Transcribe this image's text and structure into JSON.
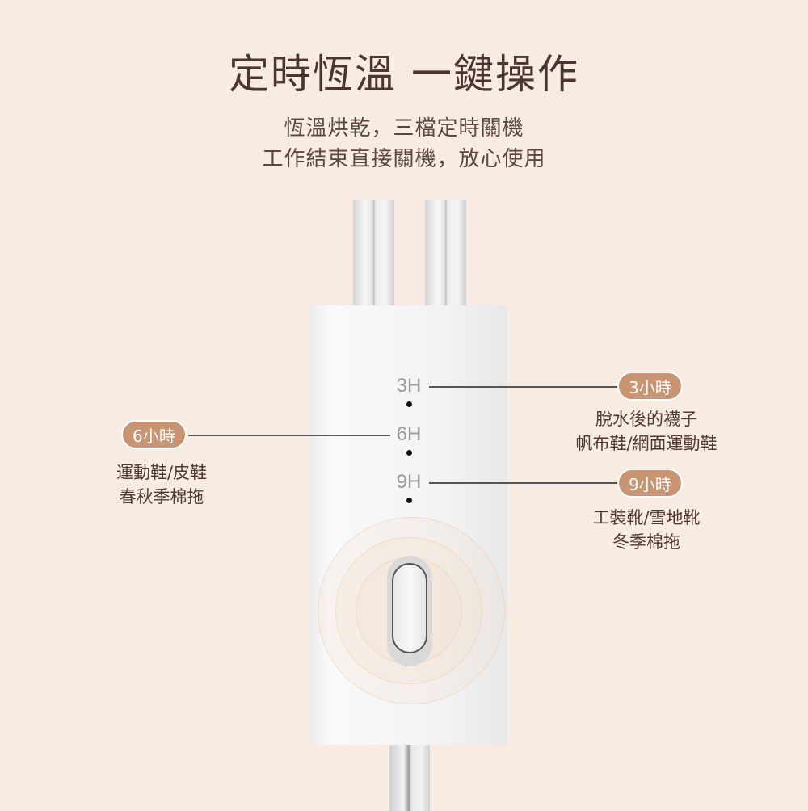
{
  "title": "定時恆溫 一鍵操作",
  "subtitle": [
    "恆溫烘乾，三檔定時關機",
    "工作結束直接關機，放心使用"
  ],
  "device": {
    "marks": [
      "3H",
      "6H",
      "9H"
    ]
  },
  "callouts": {
    "h3": {
      "badge": "3小時",
      "lines": [
        "脫水後的襪子",
        "帆布鞋/網面運動鞋"
      ]
    },
    "h6": {
      "badge": "6小時",
      "lines": [
        "運動鞋/皮鞋",
        "春秋季棉拖"
      ]
    },
    "h9": {
      "badge": "9小時",
      "lines": [
        "工裝靴/雪地靴",
        "冬季棉拖"
      ]
    }
  },
  "colors": {
    "background": "#f8ece2",
    "badge": "#c99471",
    "text": "#4e3a33"
  }
}
